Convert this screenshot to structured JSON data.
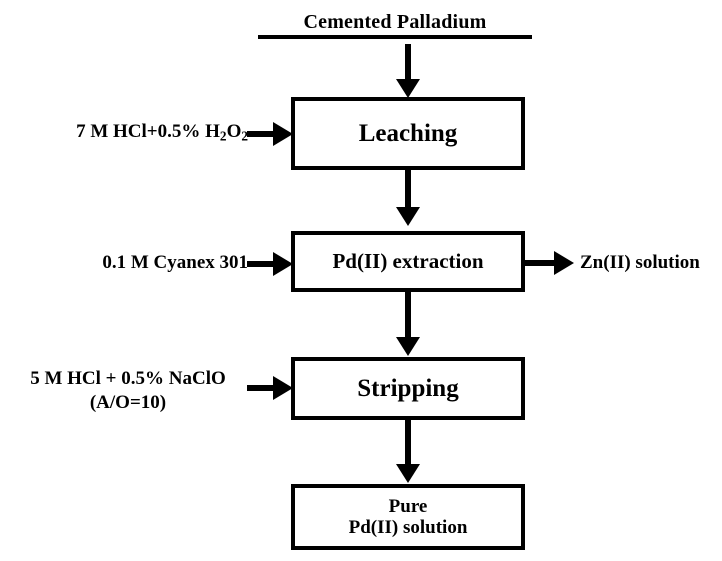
{
  "diagram": {
    "title": "Cemented Palladium",
    "boxes": [
      {
        "id": "leaching",
        "label": "Leaching"
      },
      {
        "id": "extraction",
        "label": "Pd(II) extraction"
      },
      {
        "id": "stripping",
        "label": "Stripping"
      },
      {
        "id": "product",
        "label": "Pure\nPd(II) solution"
      }
    ],
    "inputs": [
      {
        "id": "leaching-reagent",
        "line1_pre": "7 M HCl+0.5% H",
        "line1_sub1": "2",
        "line1_mid": "O",
        "line1_sub2": "2",
        "target": "Leaching"
      },
      {
        "id": "extraction-reagent",
        "line1": "0.1 M Cyanex 301",
        "target": "Pd(II) extraction"
      },
      {
        "id": "stripping-reagent",
        "line1": "5 M HCl + 0.5% NaClO",
        "line2": "(A/O=10)",
        "target": "Stripping"
      }
    ],
    "outputs": [
      {
        "id": "extraction-byproduct",
        "label": "Zn(II) solution",
        "source": "Pd(II) extraction"
      }
    ],
    "flow_order": [
      "Cemented Palladium",
      "Leaching",
      "Pd(II) extraction",
      "Stripping",
      "Pure Pd(II) solution"
    ],
    "colors": {
      "stroke": "#000000",
      "fill": "#ffffff",
      "text": "#000000"
    }
  }
}
